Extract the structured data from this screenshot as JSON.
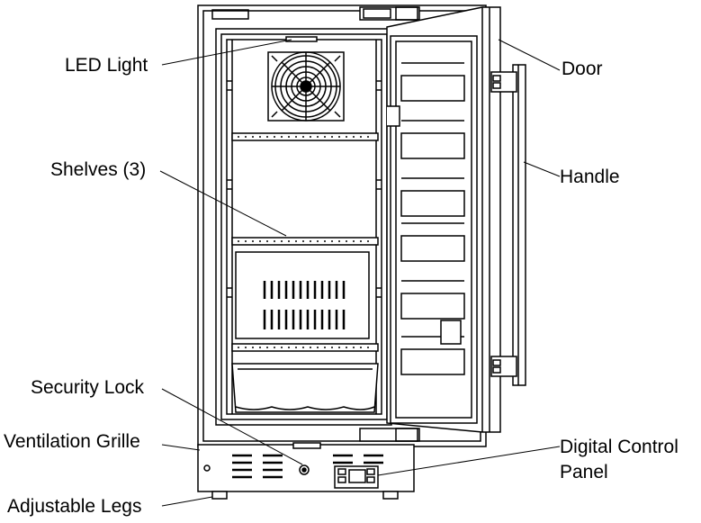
{
  "labels": {
    "led_light": "LED Light",
    "shelves": "Shelves (3)",
    "security_lock": "Security Lock",
    "ventilation_grille": "Ventilation Grille",
    "adjustable_legs": "Adjustable Legs",
    "door": "Door",
    "handle": "Handle",
    "digital_control_panel_line1": "Digital Control",
    "digital_control_panel_line2": "Panel"
  },
  "colors": {
    "stroke": "#000000",
    "background": "#ffffff",
    "fill_light": "#ffffff",
    "fill_grey": "#d9d9d9"
  }
}
